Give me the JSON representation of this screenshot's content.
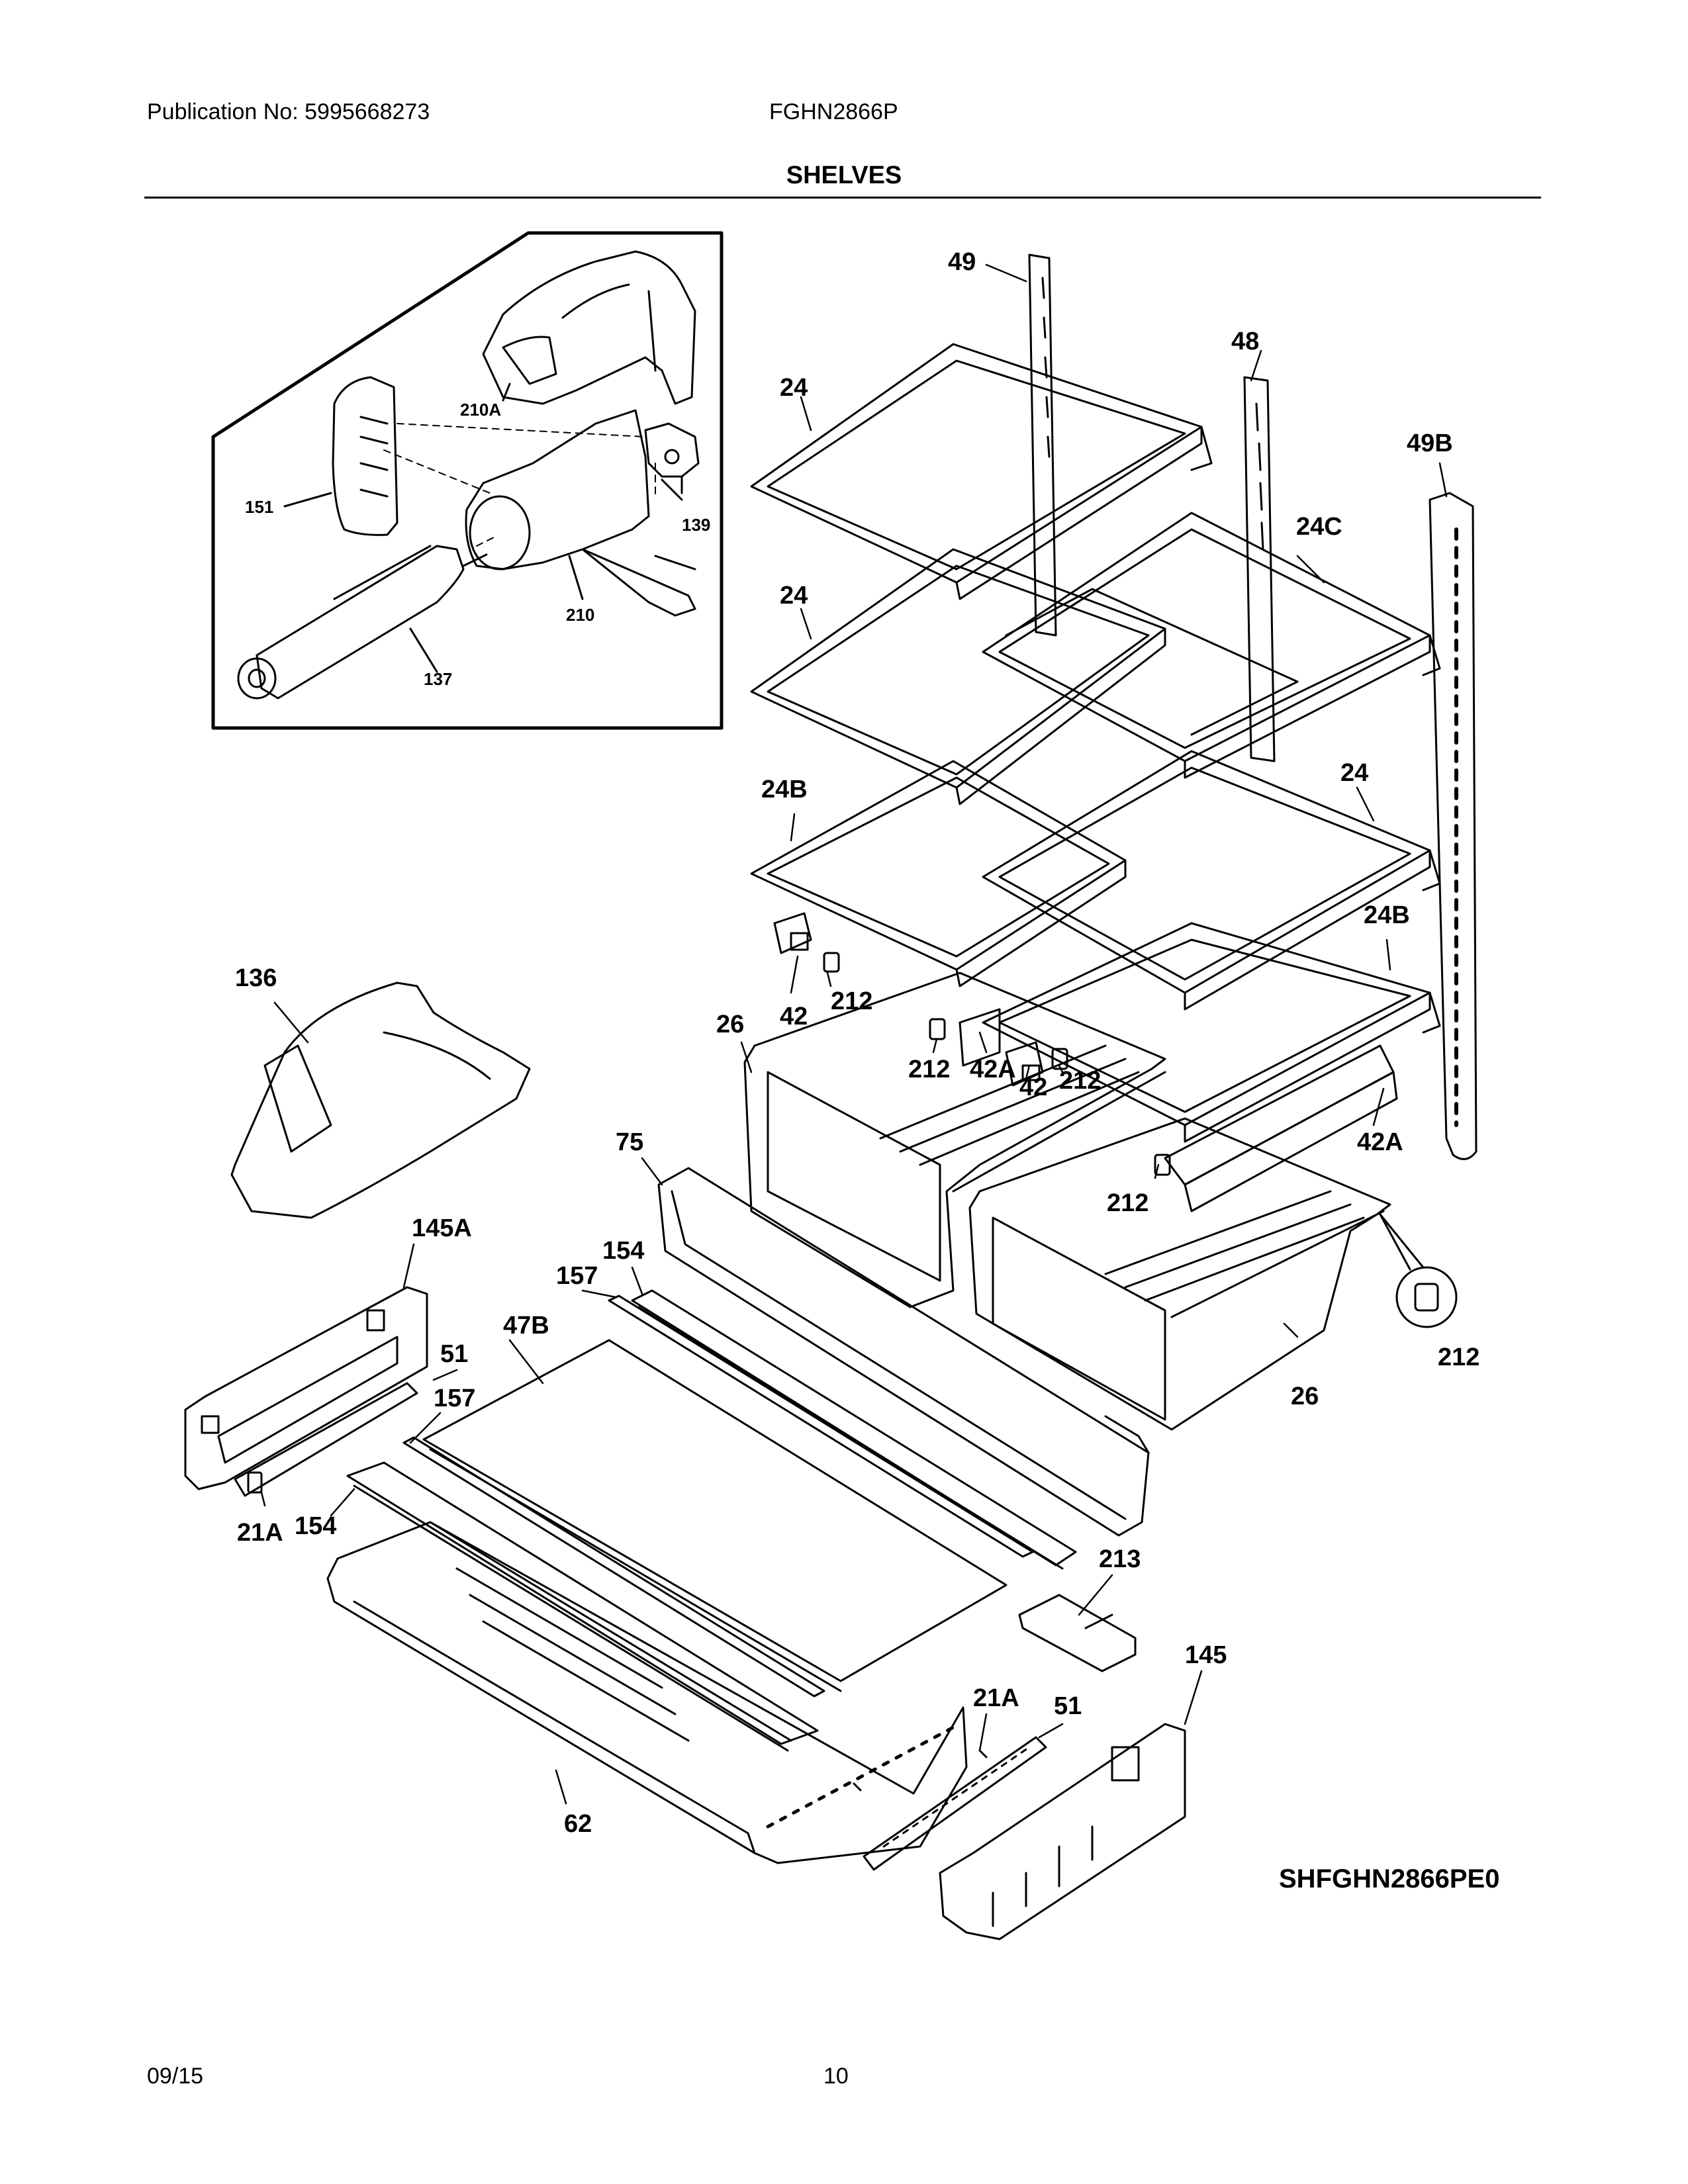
{
  "header": {
    "publication": "Publication No: 5995668273",
    "model": "FGHN2866P",
    "title": "SHELVES"
  },
  "diagram": {
    "code": "SHFGHN2866PE0",
    "inset_labels": [
      "210A",
      "151",
      "139",
      "210",
      "137"
    ],
    "labels": [
      "49",
      "48",
      "49B",
      "24",
      "24C",
      "24",
      "24B",
      "24",
      "24B",
      "136",
      "42",
      "212",
      "26",
      "212",
      "42A",
      "42",
      "212",
      "42A",
      "75",
      "212",
      "145A",
      "154",
      "157",
      "47B",
      "212",
      "26",
      "51",
      "157",
      "21A",
      "154",
      "213",
      "145",
      "21A",
      "51",
      "62"
    ]
  },
  "footer": {
    "date": "09/15",
    "page": "10"
  }
}
